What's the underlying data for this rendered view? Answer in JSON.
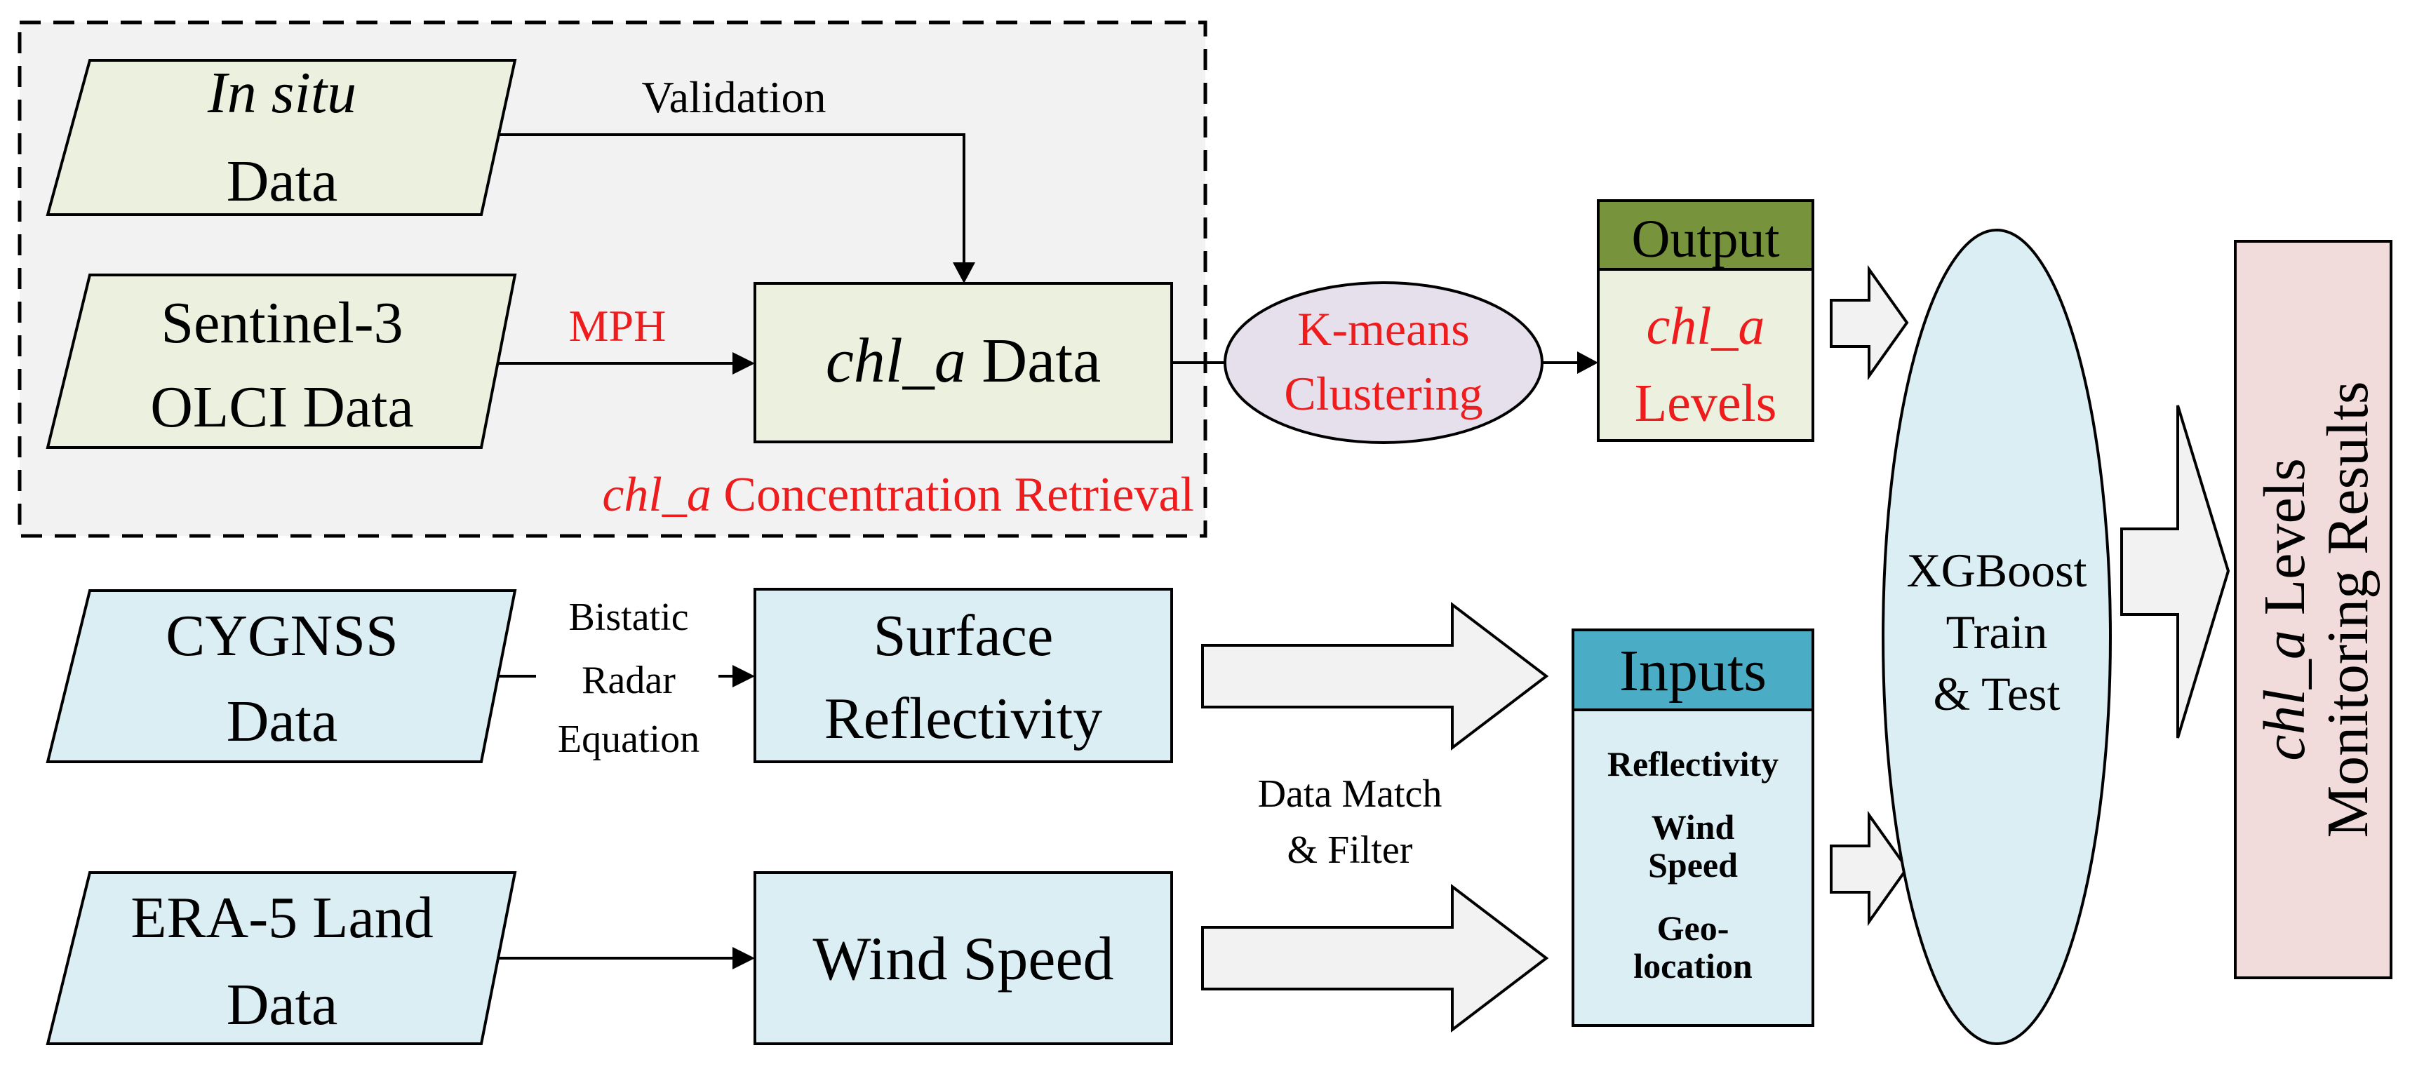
{
  "colors": {
    "green_fill": "#ebf1de",
    "blue_fill": "#dbeef4",
    "region_fill": "#f2f2f2",
    "oval_fill": "#e6e0ec",
    "pink_fill": "#f2dcdb",
    "output_header": "#77933c",
    "inputs_header": "#4bacc6",
    "arrow_fill": "#f2f2f2",
    "red_text": "#ee1c1c"
  },
  "sources": {
    "insitu": {
      "line1": "In situ",
      "line2": "Data"
    },
    "sentinel": {
      "line1": "Sentinel-3",
      "line2": "OLCI Data"
    },
    "cygnss": {
      "line1": "CYGNSS",
      "line2": "Data"
    },
    "era5": {
      "line1": "ERA-5 Land",
      "line2": "Data"
    }
  },
  "edges": {
    "validation": "Validation",
    "mph": "MPH",
    "bistatic": {
      "line1": "Bistatic",
      "line2": "Radar",
      "line3": "Equation"
    },
    "data_match": {
      "line1": "Data Match",
      "line2": "& Filter"
    }
  },
  "process": {
    "chl_data": {
      "italic": "chl_a",
      "rest": " Data"
    },
    "surface": {
      "line1": "Surface",
      "line2": "Reflectivity"
    },
    "wind": "Wind Speed"
  },
  "region": {
    "italic": "chl_a",
    "rest": " Concentration Retrieval"
  },
  "kmeans": {
    "line1": "K-means",
    "line2": "Clustering"
  },
  "output": {
    "header": "Output",
    "line1": "chl_a",
    "line2": "Levels"
  },
  "inputs": {
    "header": "Inputs",
    "items": [
      "Reflectivity",
      "Wind",
      "Speed",
      "Geo-",
      "location"
    ]
  },
  "xgboost": {
    "line1": "XGBoost",
    "line2": "Train",
    "line3": "& Test"
  },
  "result": {
    "italic": "chl_a",
    "rest": " Levels",
    "line2": "Monitoring Results"
  }
}
